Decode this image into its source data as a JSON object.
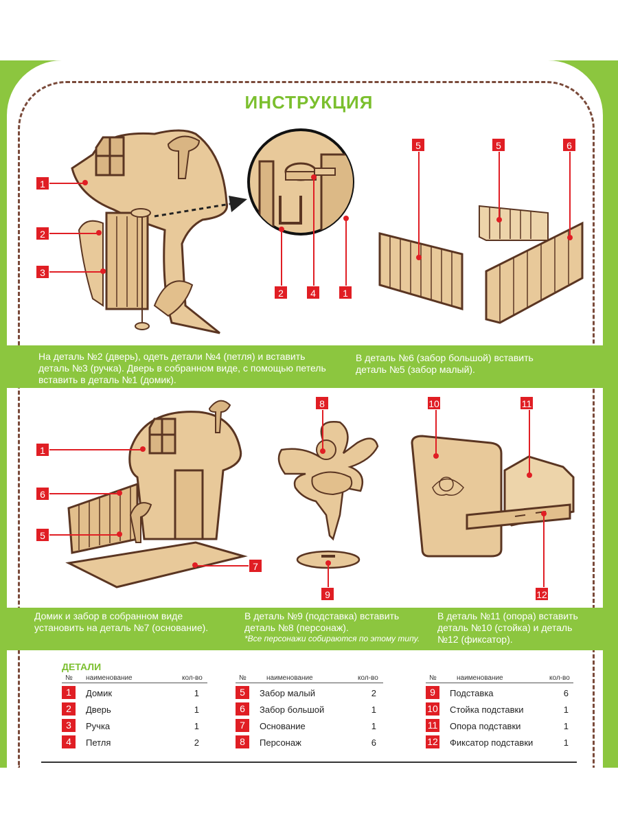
{
  "title": "ИНСТРУКЦИЯ",
  "step1": {
    "text": "На деталь №2 (дверь), одеть детали №4 (петля) и вставить деталь №3 (ручка). Дверь в собранном виде, с помощью петель вставить в деталь №1 (домик)."
  },
  "step2": {
    "text": "В деталь №6 (забор большой) вставить деталь №5 (забор малый)."
  },
  "step3": {
    "text": "Домик и забор в собранном виде установить на деталь №7 (основание)."
  },
  "step4": {
    "text": "В деталь №9 (подставка) вставить деталь №8 (персонаж).",
    "note": "*Все персонажи собираются по этому типу."
  },
  "step5": {
    "text": "В деталь №11 (опора) вставить деталь №10 (стойка) и деталь №12 (фиксатор)."
  },
  "markers": {
    "m1a": "1",
    "m2a": "2",
    "m3a": "3",
    "m2b": "2",
    "m4b": "4",
    "m1b": "1",
    "m5a": "5",
    "m5b": "5",
    "m6a": "6",
    "m1c": "1",
    "m6c": "6",
    "m5c": "5",
    "m7c": "7",
    "m8": "8",
    "m9": "9",
    "m10": "10",
    "m11": "11",
    "m12": "12"
  },
  "parts": {
    "title": "ДЕТАЛИ",
    "col_no": "№",
    "col_name": "наименование",
    "col_qty": "кол-во",
    "groups": [
      [
        {
          "no": "1",
          "name": "Домик",
          "qty": "1"
        },
        {
          "no": "2",
          "name": "Дверь",
          "qty": "1"
        },
        {
          "no": "3",
          "name": "Ручка",
          "qty": "1"
        },
        {
          "no": "4",
          "name": "Петля",
          "qty": "2"
        }
      ],
      [
        {
          "no": "5",
          "name": "Забор малый",
          "qty": "2"
        },
        {
          "no": "6",
          "name": "Забор большой",
          "qty": "1"
        },
        {
          "no": "7",
          "name": "Основание",
          "qty": "1"
        },
        {
          "no": "8",
          "name": "Персонаж",
          "qty": "6"
        }
      ],
      [
        {
          "no": "9",
          "name": "Подставка",
          "qty": "6"
        },
        {
          "no": "10",
          "name": "Стойка подставки",
          "qty": "1"
        },
        {
          "no": "11",
          "name": "Опора подставки",
          "qty": "1"
        },
        {
          "no": "12",
          "name": "Фиксатор подставки",
          "qty": "1"
        }
      ]
    ]
  },
  "colors": {
    "green": "#8cc63f",
    "red": "#e01e24",
    "wood": "#e8c99a",
    "wood_edge": "#5a3522"
  }
}
